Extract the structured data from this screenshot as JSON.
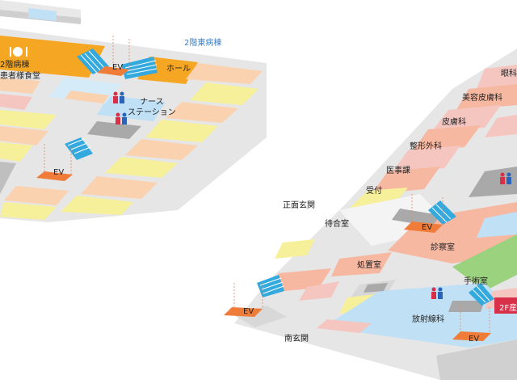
{
  "map": {
    "colors": {
      "orange": "#f5a623",
      "salmon": "#f7b8a2",
      "peach": "#fbd2b0",
      "pink": "#f5c6c0",
      "yellow": "#f7f09a",
      "lightblue": "#bfe0f5",
      "green": "#9bd27e",
      "gray": "#d8d8d8",
      "darkgray": "#a9a9a9",
      "ev": "#f07c3a",
      "stairs": "#33a9dd",
      "red_badge": "#d9304a"
    },
    "west_wing": {
      "ward_name": "2階東病棟",
      "cafeteria": "2階病棟\n患者様食堂",
      "hall": "ホール",
      "nurse_station": "ナース\nステーション",
      "ev_labels": [
        "EV",
        "EV"
      ]
    },
    "east_wing": {
      "rooms": {
        "ophthalmology": "眼科",
        "cosmetic_derm": "美容皮膚科",
        "dermatology": "皮膚科",
        "orthopedics": "整形外科",
        "medical_affairs": "医事課",
        "reception": "受付",
        "main_entrance": "正面玄関",
        "waiting_room": "待合室",
        "exam_room": "診察室",
        "treatment_room": "処置室",
        "operating_room": "手術室",
        "radiology": "放射線科",
        "south_entrance": "南玄関"
      },
      "ev_labels": [
        "EV",
        "EV",
        "EV"
      ],
      "badge": "2F産"
    }
  }
}
